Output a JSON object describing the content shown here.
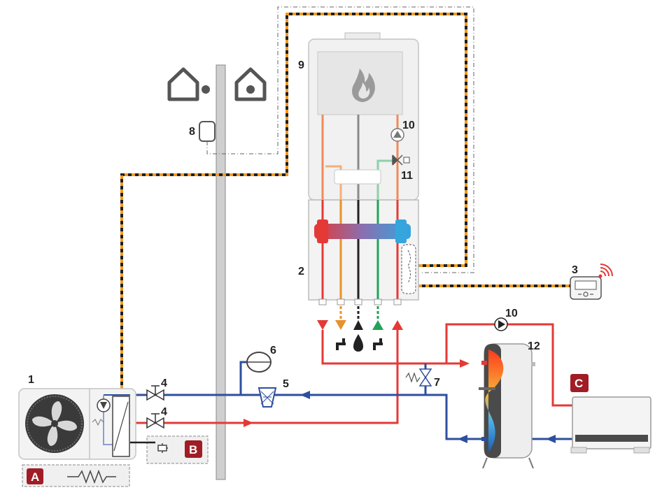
{
  "labels": {
    "outdoor_unit": "1",
    "interface_module": "2",
    "room_thermostat": "3",
    "valve_flow": "4",
    "valve_return": "4",
    "filter": "5",
    "expansion_vessel": "6",
    "bypass_valve": "7",
    "outdoor_sensor": "8",
    "boiler": "9",
    "boiler_pump": "10",
    "dhw_pump": "10",
    "diverter_valve": "11",
    "dhw_tank": "12"
  },
  "badges": {
    "a": "A",
    "b": "B",
    "c": "C"
  },
  "colors": {
    "hot": "#e53935",
    "cold": "#2e4f9e",
    "dhw_hot": "#f08a5a",
    "dhw_out": "#e8912c",
    "cold_in": "#22a35a",
    "gas": "#222222",
    "cable_dark": "#1f1f1f",
    "cable_orange": "#f39a1f",
    "badge": "#a01d26",
    "wall": "#cfcfcf"
  }
}
